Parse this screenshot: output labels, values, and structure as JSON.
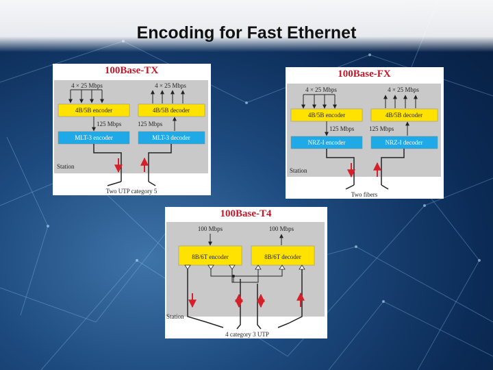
{
  "slide": {
    "title": "Encoding for Fast Ethernet"
  },
  "colors": {
    "encoder_yellow": "#ffe200",
    "encoder_blue": "#1fa9e6",
    "station_gray": "#c9c9c9",
    "title_red": "#c0182a",
    "arrow_red": "#d4202a"
  },
  "diagrams": {
    "tx": {
      "title": "100Base-TX",
      "top_left_rate": "4 × 25 Mbps",
      "top_right_rate": "4 × 25 Mbps",
      "encoder_top": "4B/5B encoder",
      "decoder_top": "4B/5B decoder",
      "mid_left_rate": "125 Mbps",
      "mid_right_rate": "125 Mbps",
      "encoder_bottom": "MLT-3 encoder",
      "decoder_bottom": "MLT-3 decoder",
      "station": "Station",
      "medium": "Two UTP category 5"
    },
    "fx": {
      "title": "100Base-FX",
      "top_left_rate": "4 × 25 Mbps",
      "top_right_rate": "4 × 25 Mbps",
      "encoder_top": "4B/5B encoder",
      "decoder_top": "4B/5B decoder",
      "mid_left_rate": "125 Mbps",
      "mid_right_rate": "125 Mbps",
      "encoder_bottom": "NRZ-I encoder",
      "decoder_bottom": "NRZ-I decoder",
      "station": "Station",
      "medium": "Two fibers"
    },
    "t4": {
      "title": "100Base-T4",
      "top_left_rate": "100 Mbps",
      "top_right_rate": "100 Mbps",
      "encoder": "8B/6T encoder",
      "decoder": "8B/6T decoder",
      "station": "Station",
      "medium": "4 category 3 UTP"
    }
  }
}
